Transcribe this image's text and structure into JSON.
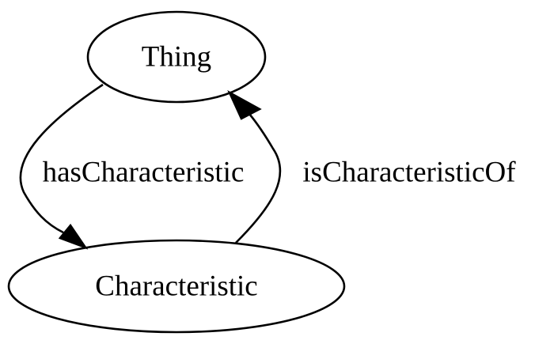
{
  "graph": {
    "nodes": {
      "thing": {
        "label": "Thing"
      },
      "characteristic": {
        "label": "Characteristic"
      }
    },
    "edges": [
      {
        "from": "Thing",
        "to": "Characteristic",
        "label": "hasCharacteristic"
      },
      {
        "from": "Characteristic",
        "to": "Thing",
        "label": "isCharacteristicOf"
      }
    ]
  }
}
